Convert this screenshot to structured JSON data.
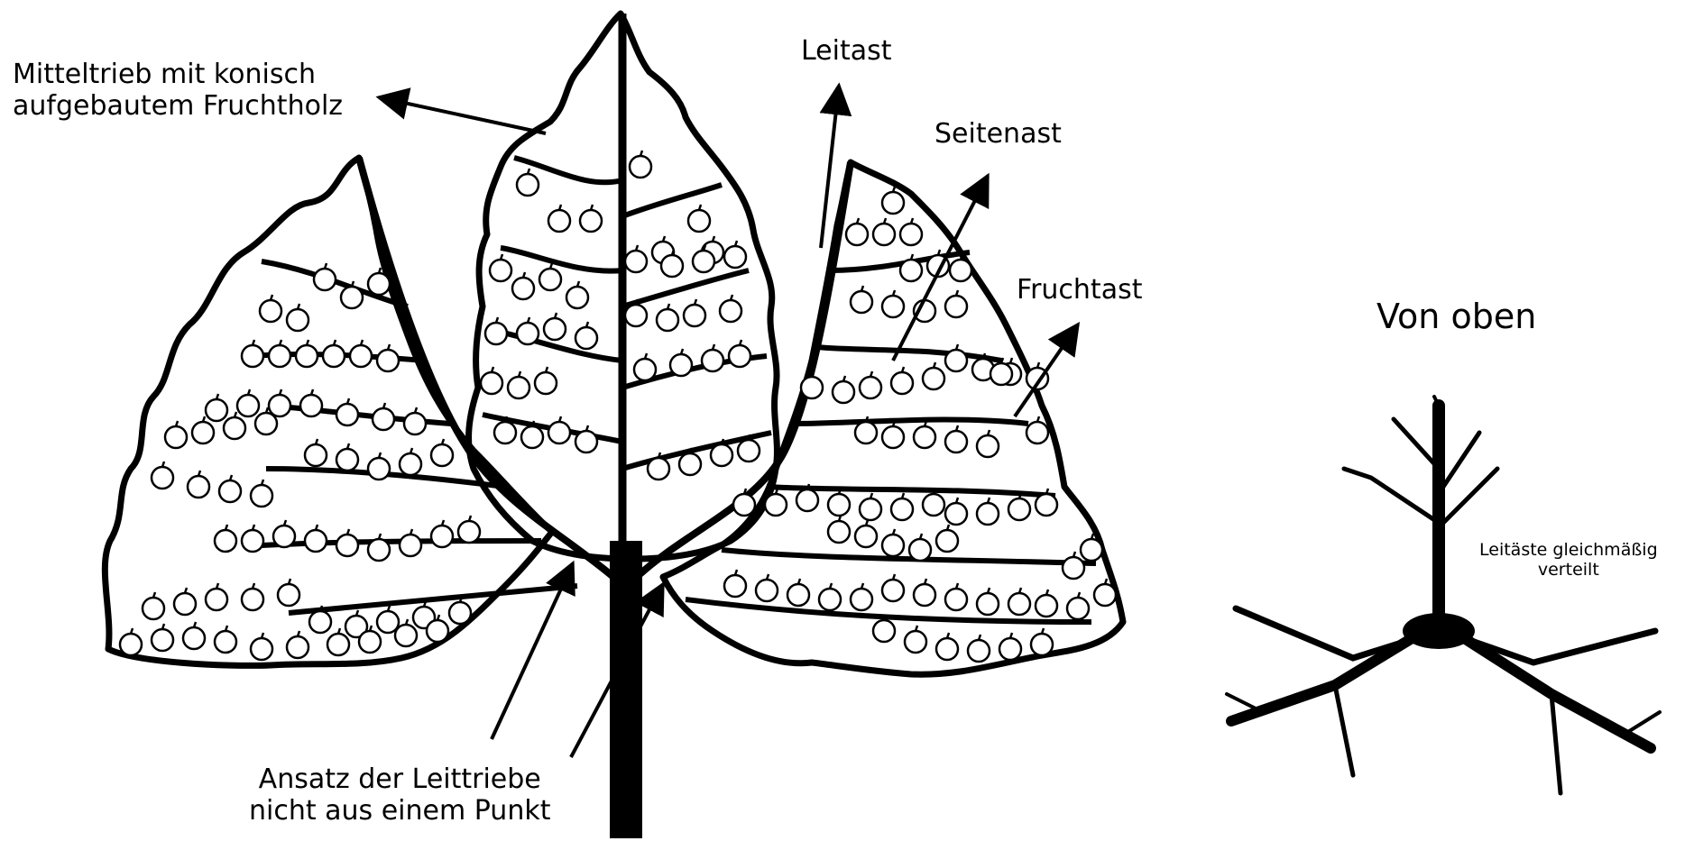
{
  "labels": {
    "mitteltrieb_line1": "Mitteltrieb mit konisch",
    "mitteltrieb_line2": "aufgebautem Fruchtholz",
    "leitast": "Leitast",
    "seitenast": "Seitenast",
    "fruchtast": "Fruchtast",
    "von_oben": "Von oben",
    "leitaeste_line1": "Leitäste gleichmäßig",
    "leitaeste_line2": "verteilt",
    "ansatz_line1": "Ansatz der Leittriebe",
    "ansatz_line2": "nicht aus einem Punkt"
  },
  "colors": {
    "ink": "#000000",
    "background": "#ffffff"
  }
}
